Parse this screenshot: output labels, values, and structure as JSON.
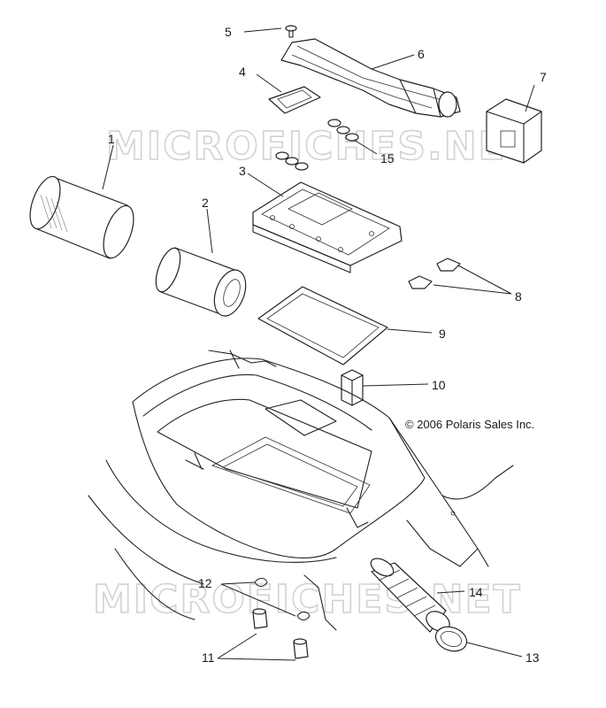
{
  "watermarks": [
    "MICROFICHES.NET",
    "MICROFICHES.NET"
  ],
  "copyright": "© 2006 Polaris Sales Inc.",
  "callouts": {
    "c1": "1",
    "c2": "2",
    "c3": "3",
    "c4": "4",
    "c5": "5",
    "c6": "6",
    "c7": "7",
    "c8": "8",
    "c9": "9",
    "c10": "10",
    "c11": "11",
    "c12": "12",
    "c13": "13",
    "c14": "14",
    "c15": "15"
  }
}
